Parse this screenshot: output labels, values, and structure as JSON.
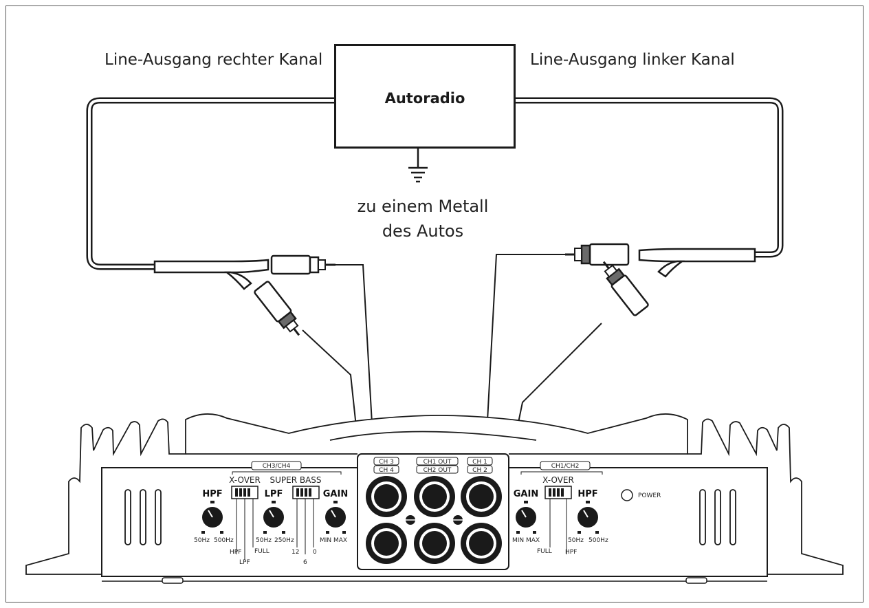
{
  "diagram": {
    "head_unit": "Autoradio",
    "line_out_right": "Line-Ausgang rechter Kanal",
    "line_out_left": "Line-Ausgang linker Kanal",
    "ground_line1": "zu einem Metall",
    "ground_line2": "des Autos"
  },
  "amp": {
    "ch34_group": "CH3/CH4",
    "ch12_group": "CH1/CH2",
    "xover": "X-OVER",
    "super_bass": "SUPER BASS",
    "hpf": "HPF",
    "lpf": "LPF",
    "gain": "GAIN",
    "power": "POWER",
    "hz50": "50Hz",
    "hz500": "500Hz",
    "hz250": "250Hz",
    "min_max": "MIN MAX",
    "sw_hpf": "HPF",
    "sw_full": "FULL",
    "sw_lpf": "LPF",
    "bass_12": "12",
    "bass_6": "6",
    "bass_0": "0",
    "jack_ch3": "CH 3",
    "jack_ch4": "CH 4",
    "jack_ch1out": "CH1 OUT",
    "jack_ch2out": "CH2 OUT",
    "jack_ch1": "CH 1",
    "jack_ch2": "CH 2"
  },
  "colors": {
    "line": "#1a1a1a",
    "cable_fill": "#ffffff",
    "plug_dark": "#6a6a6a"
  }
}
